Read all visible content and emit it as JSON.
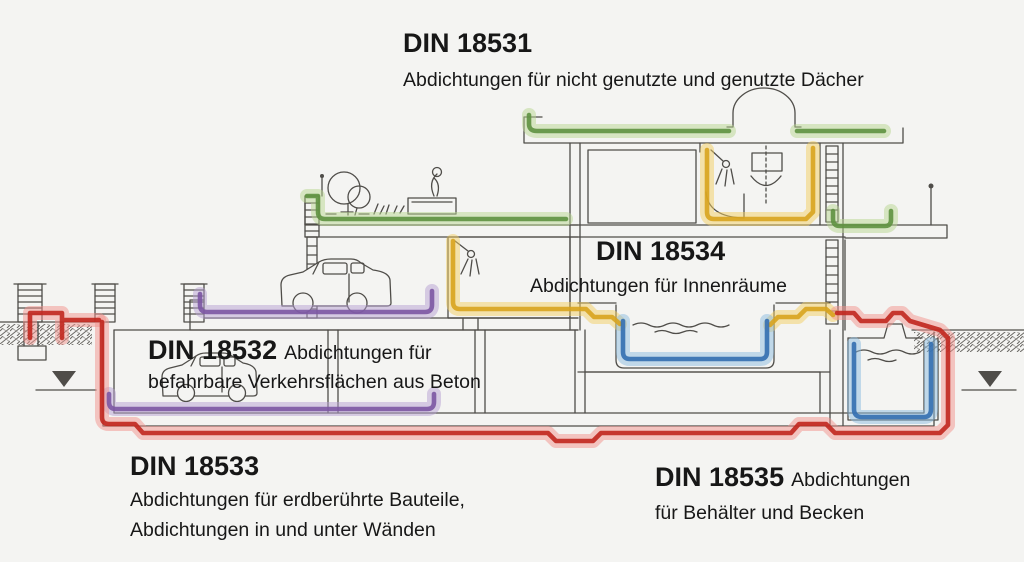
{
  "diagram_title_implicit": "DIN standards for building waterproofing (Abdichtungsnormen) cross-section",
  "colors": {
    "background": "#f4f4f2",
    "ink": "#171717",
    "sketch": "#4f4d49",
    "green_halo": "#b8d68f",
    "green_core": "#5e9140",
    "yellow_halo": "#f2cd62",
    "yellow_core": "#d8a41e",
    "purple_halo": "#b5a0d2",
    "purple_core": "#7c57a3",
    "red_halo": "#f2918c",
    "red_core": "#c1271e",
    "blue_halo": "#8cbbdf",
    "blue_core": "#336fb0"
  },
  "labels": {
    "din18531": {
      "title": "DIN 18531",
      "subtitle": "Abdichtungen für nicht genutzte und genutzte Dächer",
      "highlight_color": "#5e9140"
    },
    "din18532": {
      "title": "DIN 18532",
      "subtitle_line1": "Abdichtungen für",
      "subtitle_line2": "befahrbare Verkehrsflächen aus Beton",
      "highlight_color": "#7c57a3"
    },
    "din18533": {
      "title": "DIN 18533",
      "subtitle_line1": "Abdichtungen für erdberührte Bauteile,",
      "subtitle_line2": "Abdichtungen in und unter Wänden",
      "highlight_color": "#c1271e"
    },
    "din18534": {
      "title": "DIN 18534",
      "subtitle": "Abdichtungen für Innenräume",
      "highlight_color": "#d8a41e"
    },
    "din18535": {
      "title": "DIN 18535",
      "subtitle_line1": "Abdichtungen",
      "subtitle_line2": "für Behälter und Becken",
      "highlight_color": "#336fb0"
    }
  }
}
